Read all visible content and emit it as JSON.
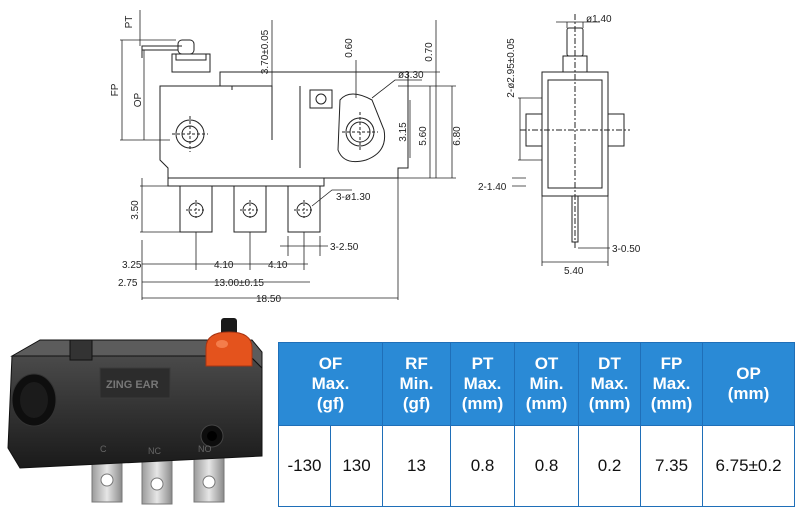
{
  "drawing": {
    "front": {
      "pt": "PT",
      "fp": "FP",
      "op": "OP",
      "d_370": "3.70±0.05",
      "d_060": "0.60",
      "d_070": "0.70",
      "d_330": "ø3.30",
      "d_315": "3.15",
      "d_560": "5.60",
      "d_680": "6.80",
      "d_350": "3.50",
      "d_130": "3-ø1.30",
      "d_250": "3-2.50",
      "d_325": "3.25",
      "d_410a": "4.10",
      "d_410b": "4.10",
      "d_275": "2.75",
      "d_1300": "13.00±0.15",
      "d_1850": "18.50"
    },
    "side": {
      "d_140": "ø1.40",
      "d_295": "2-ø2.95±0.05",
      "d_2140": "2-1.40",
      "d_050": "3-0.50",
      "d_540": "5.40"
    }
  },
  "photo": {
    "brand_text": "ZING EAR",
    "pin_labels": [
      "C",
      "NC",
      "NO"
    ]
  },
  "spec_table": {
    "headers": [
      [
        "OF",
        "Max.",
        "(gf)"
      ],
      [
        "RF",
        "Min.",
        "(gf)"
      ],
      [
        "PT",
        "Max.",
        "(mm)"
      ],
      [
        "OT",
        "Min.",
        "(mm)"
      ],
      [
        "DT",
        "Max.",
        "(mm)"
      ],
      [
        "FP",
        "Max.",
        "(mm)"
      ],
      [
        "OP",
        "(mm)"
      ]
    ],
    "values": [
      "-130",
      "130",
      "13",
      "0.8",
      "0.8",
      "0.2",
      "7.35",
      "6.75±0.2"
    ]
  },
  "colors": {
    "header_bg": "#2a8ad6",
    "header_text": "#ffffff",
    "body": "#222222",
    "actuator": "#e4531d"
  }
}
